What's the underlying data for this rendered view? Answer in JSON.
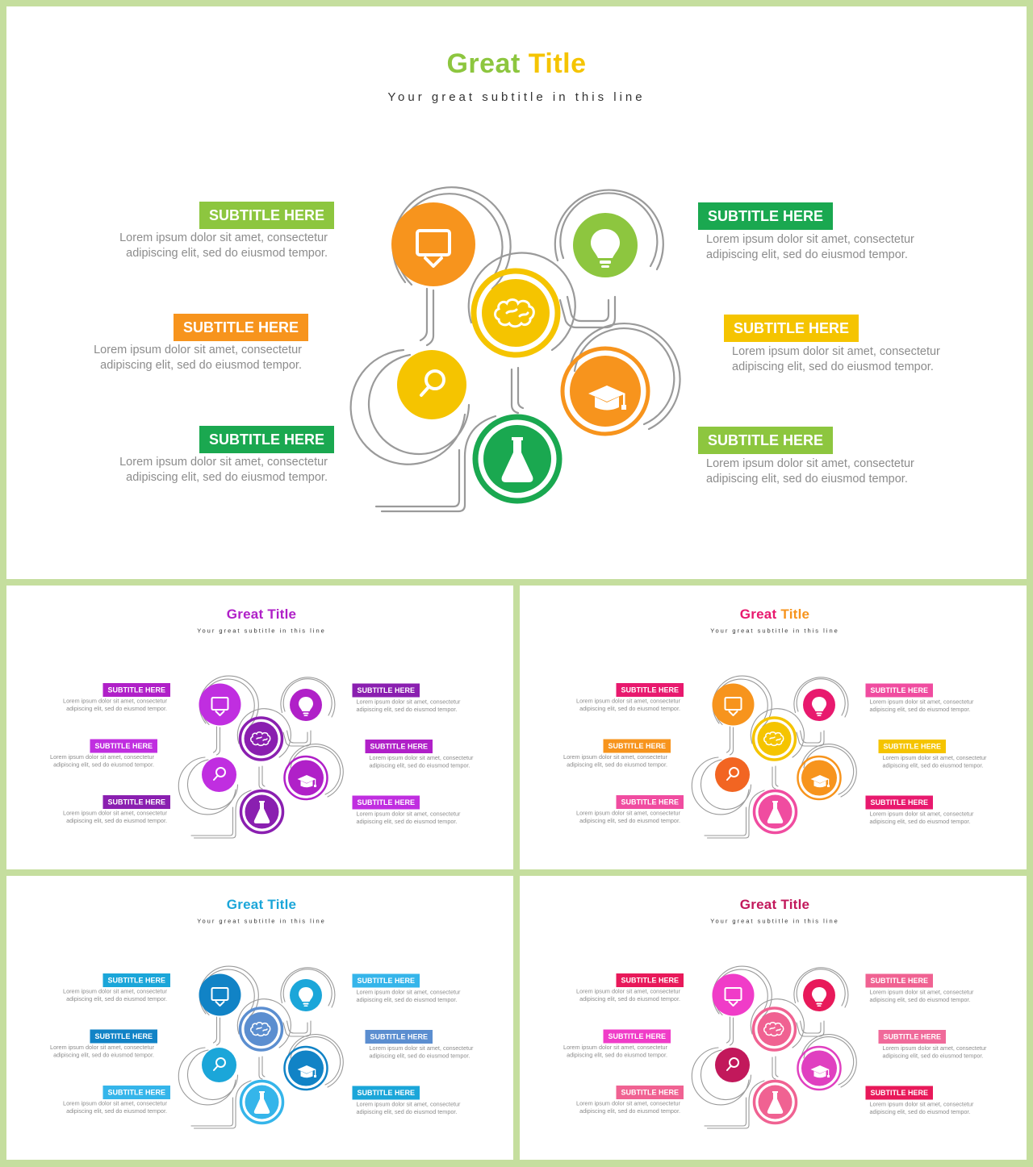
{
  "slides": [
    {
      "title_a": "Great",
      "title_b": "Title",
      "title_color_a": "#8dc63f",
      "title_color_b": "#f5c400",
      "subtitle": "Your great subtitle in this line",
      "items": [
        {
          "label": "SUBTITLE HERE",
          "text": "Lorem ipsum dolor sit amet, consectetur adipiscing elit, sed do eiusmod tempor.",
          "color": "#8dc63f"
        },
        {
          "label": "SUBTITLE HERE",
          "text": "Lorem ipsum dolor sit amet, consectetur adipiscing elit, sed do eiusmod tempor.",
          "color": "#f7941d"
        },
        {
          "label": "SUBTITLE HERE",
          "text": "Lorem ipsum dolor sit amet, consectetur adipiscing elit, sed do eiusmod tempor.",
          "color": "#1aa850"
        },
        {
          "label": "SUBTITLE HERE",
          "text": "Lorem ipsum dolor sit amet, consectetur adipiscing elit, sed do eiusmod tempor.",
          "color": "#1aa850"
        },
        {
          "label": "SUBTITLE HERE",
          "text": "Lorem ipsum dolor sit amet, consectetur adipiscing elit, sed do eiusmod tempor.",
          "color": "#f5c400"
        },
        {
          "label": "SUBTITLE HERE",
          "text": "Lorem ipsum dolor sit amet, consectetur adipiscing elit, sed do eiusmod tempor.",
          "color": "#8dc63f"
        }
      ],
      "nodes": [
        {
          "icon": "presentation-board-icon",
          "color": "#f7941d"
        },
        {
          "icon": "lightbulb-icon",
          "color": "#8dc63f"
        },
        {
          "icon": "brain-icon",
          "color": "#f5c400"
        },
        {
          "icon": "magnifier-icon",
          "color": "#f5c400"
        },
        {
          "icon": "graduation-cap-icon",
          "color": "#f7941d"
        },
        {
          "icon": "flask-icon",
          "color": "#1aa850"
        }
      ]
    },
    {
      "title_a": "Great",
      "title_b": "Title",
      "title_color_a": "#b020c8",
      "title_color_b": "#b020c8",
      "subtitle": "Your great subtitle in this line",
      "items": [
        {
          "label": "SUBTITLE HERE",
          "text": "Lorem ipsum dolor sit amet, consectetur adipiscing elit, sed do eiusmod tempor.",
          "color": "#b020c8"
        },
        {
          "label": "SUBTITLE HERE",
          "text": "Lorem ipsum dolor sit amet, consectetur adipiscing elit, sed do eiusmod tempor.",
          "color": "#c02ee0"
        },
        {
          "label": "SUBTITLE HERE",
          "text": "Lorem ipsum dolor sit amet, consectetur adipiscing elit, sed do eiusmod tempor.",
          "color": "#8a1fb0"
        },
        {
          "label": "SUBTITLE HERE",
          "text": "Lorem ipsum dolor sit amet, consectetur adipiscing elit, sed do eiusmod tempor.",
          "color": "#8a1fb0"
        },
        {
          "label": "SUBTITLE HERE",
          "text": "Lorem ipsum dolor sit amet, consectetur adipiscing elit, sed do eiusmod tempor.",
          "color": "#b020c8"
        },
        {
          "label": "SUBTITLE HERE",
          "text": "Lorem ipsum dolor sit amet, consectetur adipiscing elit, sed do eiusmod tempor.",
          "color": "#c02ee0"
        }
      ],
      "nodes": [
        {
          "icon": "presentation-board-icon",
          "color": "#c02ee0"
        },
        {
          "icon": "lightbulb-icon",
          "color": "#b020c8"
        },
        {
          "icon": "brain-icon",
          "color": "#8a1fb0"
        },
        {
          "icon": "magnifier-icon",
          "color": "#c02ee0"
        },
        {
          "icon": "graduation-cap-icon",
          "color": "#b020c8"
        },
        {
          "icon": "flask-icon",
          "color": "#8a1fb0"
        }
      ]
    },
    {
      "title_a": "Great",
      "title_b": "Title",
      "title_color_a": "#e8196e",
      "title_color_b": "#f7941d",
      "subtitle": "Your great subtitle in this line",
      "items": [
        {
          "label": "SUBTITLE HERE",
          "text": "Lorem ipsum dolor sit amet, consectetur adipiscing elit, sed do eiusmod tempor.",
          "color": "#e8196e"
        },
        {
          "label": "SUBTITLE HERE",
          "text": "Lorem ipsum dolor sit amet, consectetur adipiscing elit, sed do eiusmod tempor.",
          "color": "#f7941d"
        },
        {
          "label": "SUBTITLE HERE",
          "text": "Lorem ipsum dolor sit amet, consectetur adipiscing elit, sed do eiusmod tempor.",
          "color": "#f04ca0"
        },
        {
          "label": "SUBTITLE HERE",
          "text": "Lorem ipsum dolor sit amet, consectetur adipiscing elit, sed do eiusmod tempor.",
          "color": "#f04ca0"
        },
        {
          "label": "SUBTITLE HERE",
          "text": "Lorem ipsum dolor sit amet, consectetur adipiscing elit, sed do eiusmod tempor.",
          "color": "#f5c400"
        },
        {
          "label": "SUBTITLE HERE",
          "text": "Lorem ipsum dolor sit amet, consectetur adipiscing elit, sed do eiusmod tempor.",
          "color": "#e8196e"
        }
      ],
      "nodes": [
        {
          "icon": "presentation-board-icon",
          "color": "#f7941d"
        },
        {
          "icon": "lightbulb-icon",
          "color": "#e8196e"
        },
        {
          "icon": "brain-icon",
          "color": "#f5c400"
        },
        {
          "icon": "magnifier-icon",
          "color": "#f26522"
        },
        {
          "icon": "graduation-cap-icon",
          "color": "#f7941d"
        },
        {
          "icon": "flask-icon",
          "color": "#f04ca0"
        }
      ]
    },
    {
      "title_a": "Great",
      "title_b": "Title",
      "title_color_a": "#1ba6d9",
      "title_color_b": "#1ba6d9",
      "subtitle": "Your great subtitle in this line",
      "items": [
        {
          "label": "SUBTITLE HERE",
          "text": "Lorem ipsum dolor sit amet, consectetur adipiscing elit, sed do eiusmod tempor.",
          "color": "#1ba6d9"
        },
        {
          "label": "SUBTITLE HERE",
          "text": "Lorem ipsum dolor sit amet, consectetur adipiscing elit, sed do eiusmod tempor.",
          "color": "#1183c6"
        },
        {
          "label": "SUBTITLE HERE",
          "text": "Lorem ipsum dolor sit amet, consectetur adipiscing elit, sed do eiusmod tempor.",
          "color": "#35b5ea"
        },
        {
          "label": "SUBTITLE HERE",
          "text": "Lorem ipsum dolor sit amet, consectetur adipiscing elit, sed do eiusmod tempor.",
          "color": "#35b5ea"
        },
        {
          "label": "SUBTITLE HERE",
          "text": "Lorem ipsum dolor sit amet, consectetur adipiscing elit, sed do eiusmod tempor.",
          "color": "#5b8ed0"
        },
        {
          "label": "SUBTITLE HERE",
          "text": "Lorem ipsum dolor sit amet, consectetur adipiscing elit, sed do eiusmod tempor.",
          "color": "#1ba6d9"
        }
      ],
      "nodes": [
        {
          "icon": "presentation-board-icon",
          "color": "#1183c6"
        },
        {
          "icon": "lightbulb-icon",
          "color": "#1ba6d9"
        },
        {
          "icon": "brain-icon",
          "color": "#5b8ed0"
        },
        {
          "icon": "magnifier-icon",
          "color": "#1ba6d9"
        },
        {
          "icon": "graduation-cap-icon",
          "color": "#1183c6"
        },
        {
          "icon": "flask-icon",
          "color": "#35b5ea"
        }
      ]
    },
    {
      "title_a": "Great",
      "title_b": "Title",
      "title_color_a": "#c2185b",
      "title_color_b": "#c2185b",
      "subtitle": "Your great subtitle in this line",
      "items": [
        {
          "label": "SUBTITLE HERE",
          "text": "Lorem ipsum dolor sit amet, consectetur adipiscing elit, sed do eiusmod tempor.",
          "color": "#e8195a"
        },
        {
          "label": "SUBTITLE HERE",
          "text": "Lorem ipsum dolor sit amet, consectetur adipiscing elit, sed do eiusmod tempor.",
          "color": "#f03cc8"
        },
        {
          "label": "SUBTITLE HERE",
          "text": "Lorem ipsum dolor sit amet, consectetur adipiscing elit, sed do eiusmod tempor.",
          "color": "#f06292"
        },
        {
          "label": "SUBTITLE HERE",
          "text": "Lorem ipsum dolor sit amet, consectetur adipiscing elit, sed do eiusmod tempor.",
          "color": "#f06292"
        },
        {
          "label": "SUBTITLE HERE",
          "text": "Lorem ipsum dolor sit amet, consectetur adipiscing elit, sed do eiusmod tempor.",
          "color": "#f06a9a"
        },
        {
          "label": "SUBTITLE HERE",
          "text": "Lorem ipsum dolor sit amet, consectetur adipiscing elit, sed do eiusmod tempor.",
          "color": "#e8195a"
        }
      ],
      "nodes": [
        {
          "icon": "presentation-board-icon",
          "color": "#f03cc8"
        },
        {
          "icon": "lightbulb-icon",
          "color": "#e8195a"
        },
        {
          "icon": "brain-icon",
          "color": "#f06292"
        },
        {
          "icon": "magnifier-icon",
          "color": "#c2185b"
        },
        {
          "icon": "graduation-cap-icon",
          "color": "#e040c0"
        },
        {
          "icon": "flask-icon",
          "color": "#f06292"
        }
      ]
    }
  ]
}
